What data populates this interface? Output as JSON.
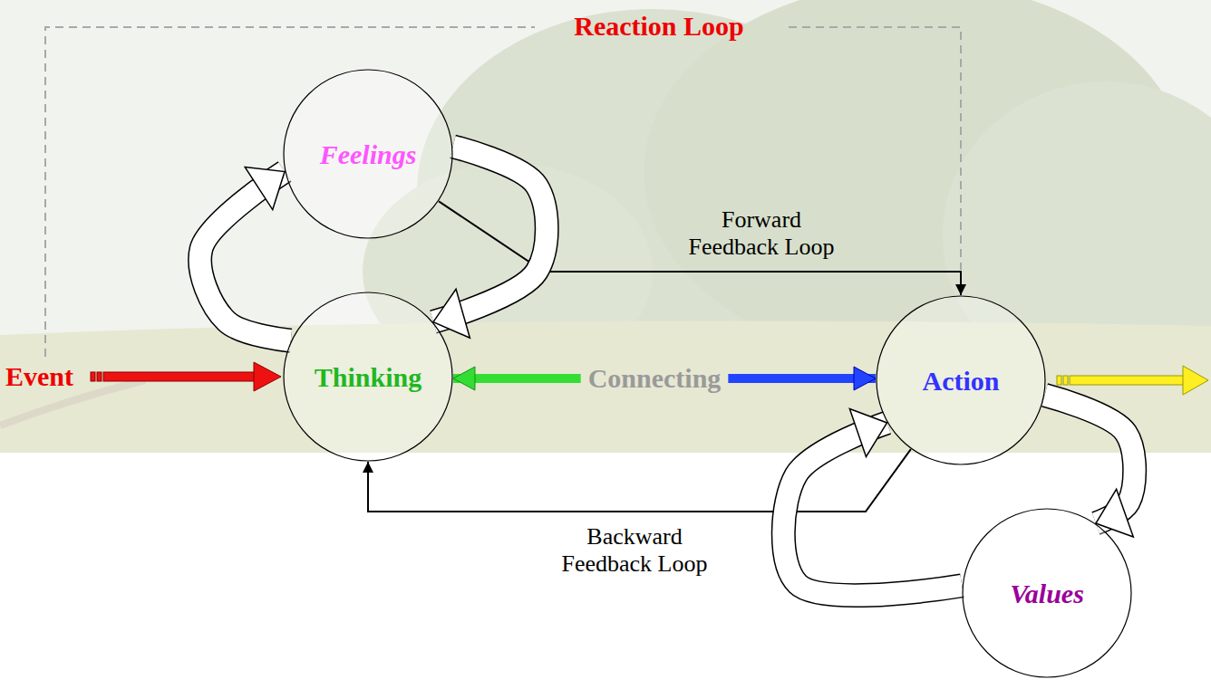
{
  "diagram": {
    "nodes": [
      {
        "text": [
          "Feelings"
        ]
      },
      {
        "text": [
          "Thinking"
        ]
      },
      {
        "text": [
          "Action"
        ]
      },
      {
        "text": [
          "Values"
        ]
      }
    ],
    "edges": [
      {
        "from": 1,
        "to": 0,
        "arrow": "to"
      },
      {
        "from": 0,
        "to": 1,
        "arrow": "to"
      },
      {
        "from": 1,
        "to": 2,
        "label": "Connecting",
        "arrow": "both"
      },
      {
        "from": 0,
        "to": 2,
        "label": "Forward Feedback Loop",
        "arrow": "to"
      },
      {
        "from": 2,
        "to": 1,
        "label": "Backward Feedback Loop",
        "arrow": "to"
      },
      {
        "from": 2,
        "to": 3,
        "arrow": "to"
      },
      {
        "from": 3,
        "to": 2,
        "arrow": "to"
      }
    ],
    "labels": [
      "Reaction Loop",
      "Event"
    ]
  }
}
